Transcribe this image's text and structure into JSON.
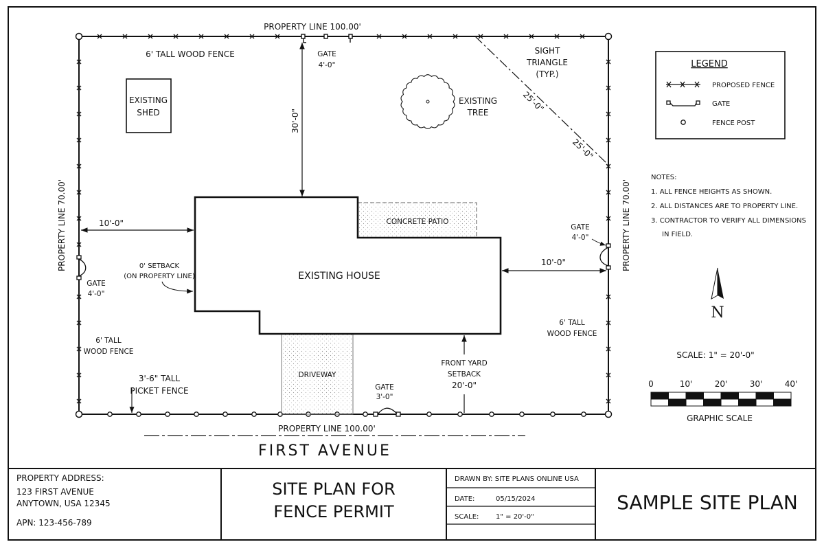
{
  "property": {
    "line_top": "PROPERTY LINE 100.00'",
    "line_bottom": "PROPERTY LINE 100.00'",
    "line_left": "PROPERTY LINE 70.00'",
    "line_right": "PROPERTY LINE 70.00'"
  },
  "street": {
    "name": "FIRST AVENUE"
  },
  "labels": {
    "fence_top": "6' TALL WOOD FENCE",
    "gate_top": [
      "GATE",
      "4'-0\""
    ],
    "dim_top_30": "30'-0\"",
    "shed": [
      "EXISTING",
      "SHED"
    ],
    "tree": [
      "EXISTING",
      "TREE"
    ],
    "sight_triangle": [
      "SIGHT",
      "TRIANGLE",
      "(TYP.)"
    ],
    "sight_dim_1": "25'-0\"",
    "sight_dim_2": "25'-0\"",
    "patio": "CONCRETE PATIO",
    "house": "EXISTING HOUSE",
    "dim_left_10": "10'-0\"",
    "setback_zero": [
      "0' SETBACK",
      "(ON PROPERTY LINE)"
    ],
    "gate_left": [
      "GATE",
      "4'-0\""
    ],
    "fence_left": [
      "6' TALL",
      "WOOD FENCE"
    ],
    "picket": [
      "3'-6\" TALL",
      "PICKET FENCE"
    ],
    "driveway": "DRIVEWAY",
    "gate_bottom": [
      "GATE",
      "3'-0\""
    ],
    "front_setback": [
      "FRONT YARD",
      "SETBACK",
      "20'-0\""
    ],
    "fence_right": [
      "6' TALL",
      "WOOD FENCE"
    ],
    "dim_right_10": "10'-0\"",
    "gate_right": [
      "GATE",
      "4'-0\""
    ]
  },
  "legend": {
    "title": "LEGEND",
    "items": [
      {
        "symbol": "proposed-fence",
        "label": "PROPOSED FENCE"
      },
      {
        "symbol": "gate",
        "label": "GATE"
      },
      {
        "symbol": "fence-post",
        "label": "FENCE POST"
      }
    ]
  },
  "notes": {
    "heading": "NOTES:",
    "items": [
      "1. ALL FENCE HEIGHTS AS SHOWN.",
      "2. ALL DISTANCES ARE TO PROPERTY LINE.",
      "3. CONTRACTOR TO VERIFY ALL DIMENSIONS",
      "IN FIELD."
    ]
  },
  "north": {
    "letter": "N"
  },
  "scale": {
    "text": "SCALE: 1\" = 20'-0\"",
    "ticks": [
      "0",
      "10'",
      "20'",
      "30'",
      "40'"
    ],
    "caption": "GRAPHIC SCALE"
  },
  "title_block": {
    "address_label": "PROPERTY ADDRESS:",
    "address_1": "123 FIRST AVENUE",
    "address_2": "ANYTOWN, USA 12345",
    "apn": "APN: 123-456-789",
    "title_1": "SITE PLAN FOR",
    "title_2": "FENCE PERMIT",
    "drawn_by": "DRAWN BY: SITE PLANS ONLINE USA",
    "date_label": "DATE:",
    "date_value": "05/15/2024",
    "scale_label": "SCALE:",
    "scale_value": "1\" = 20'-0\"",
    "sheet_name": "SAMPLE SITE PLAN"
  },
  "colors": {
    "ink": "#111111",
    "hatch": "#bbbbbb",
    "paper": "#ffffff"
  }
}
